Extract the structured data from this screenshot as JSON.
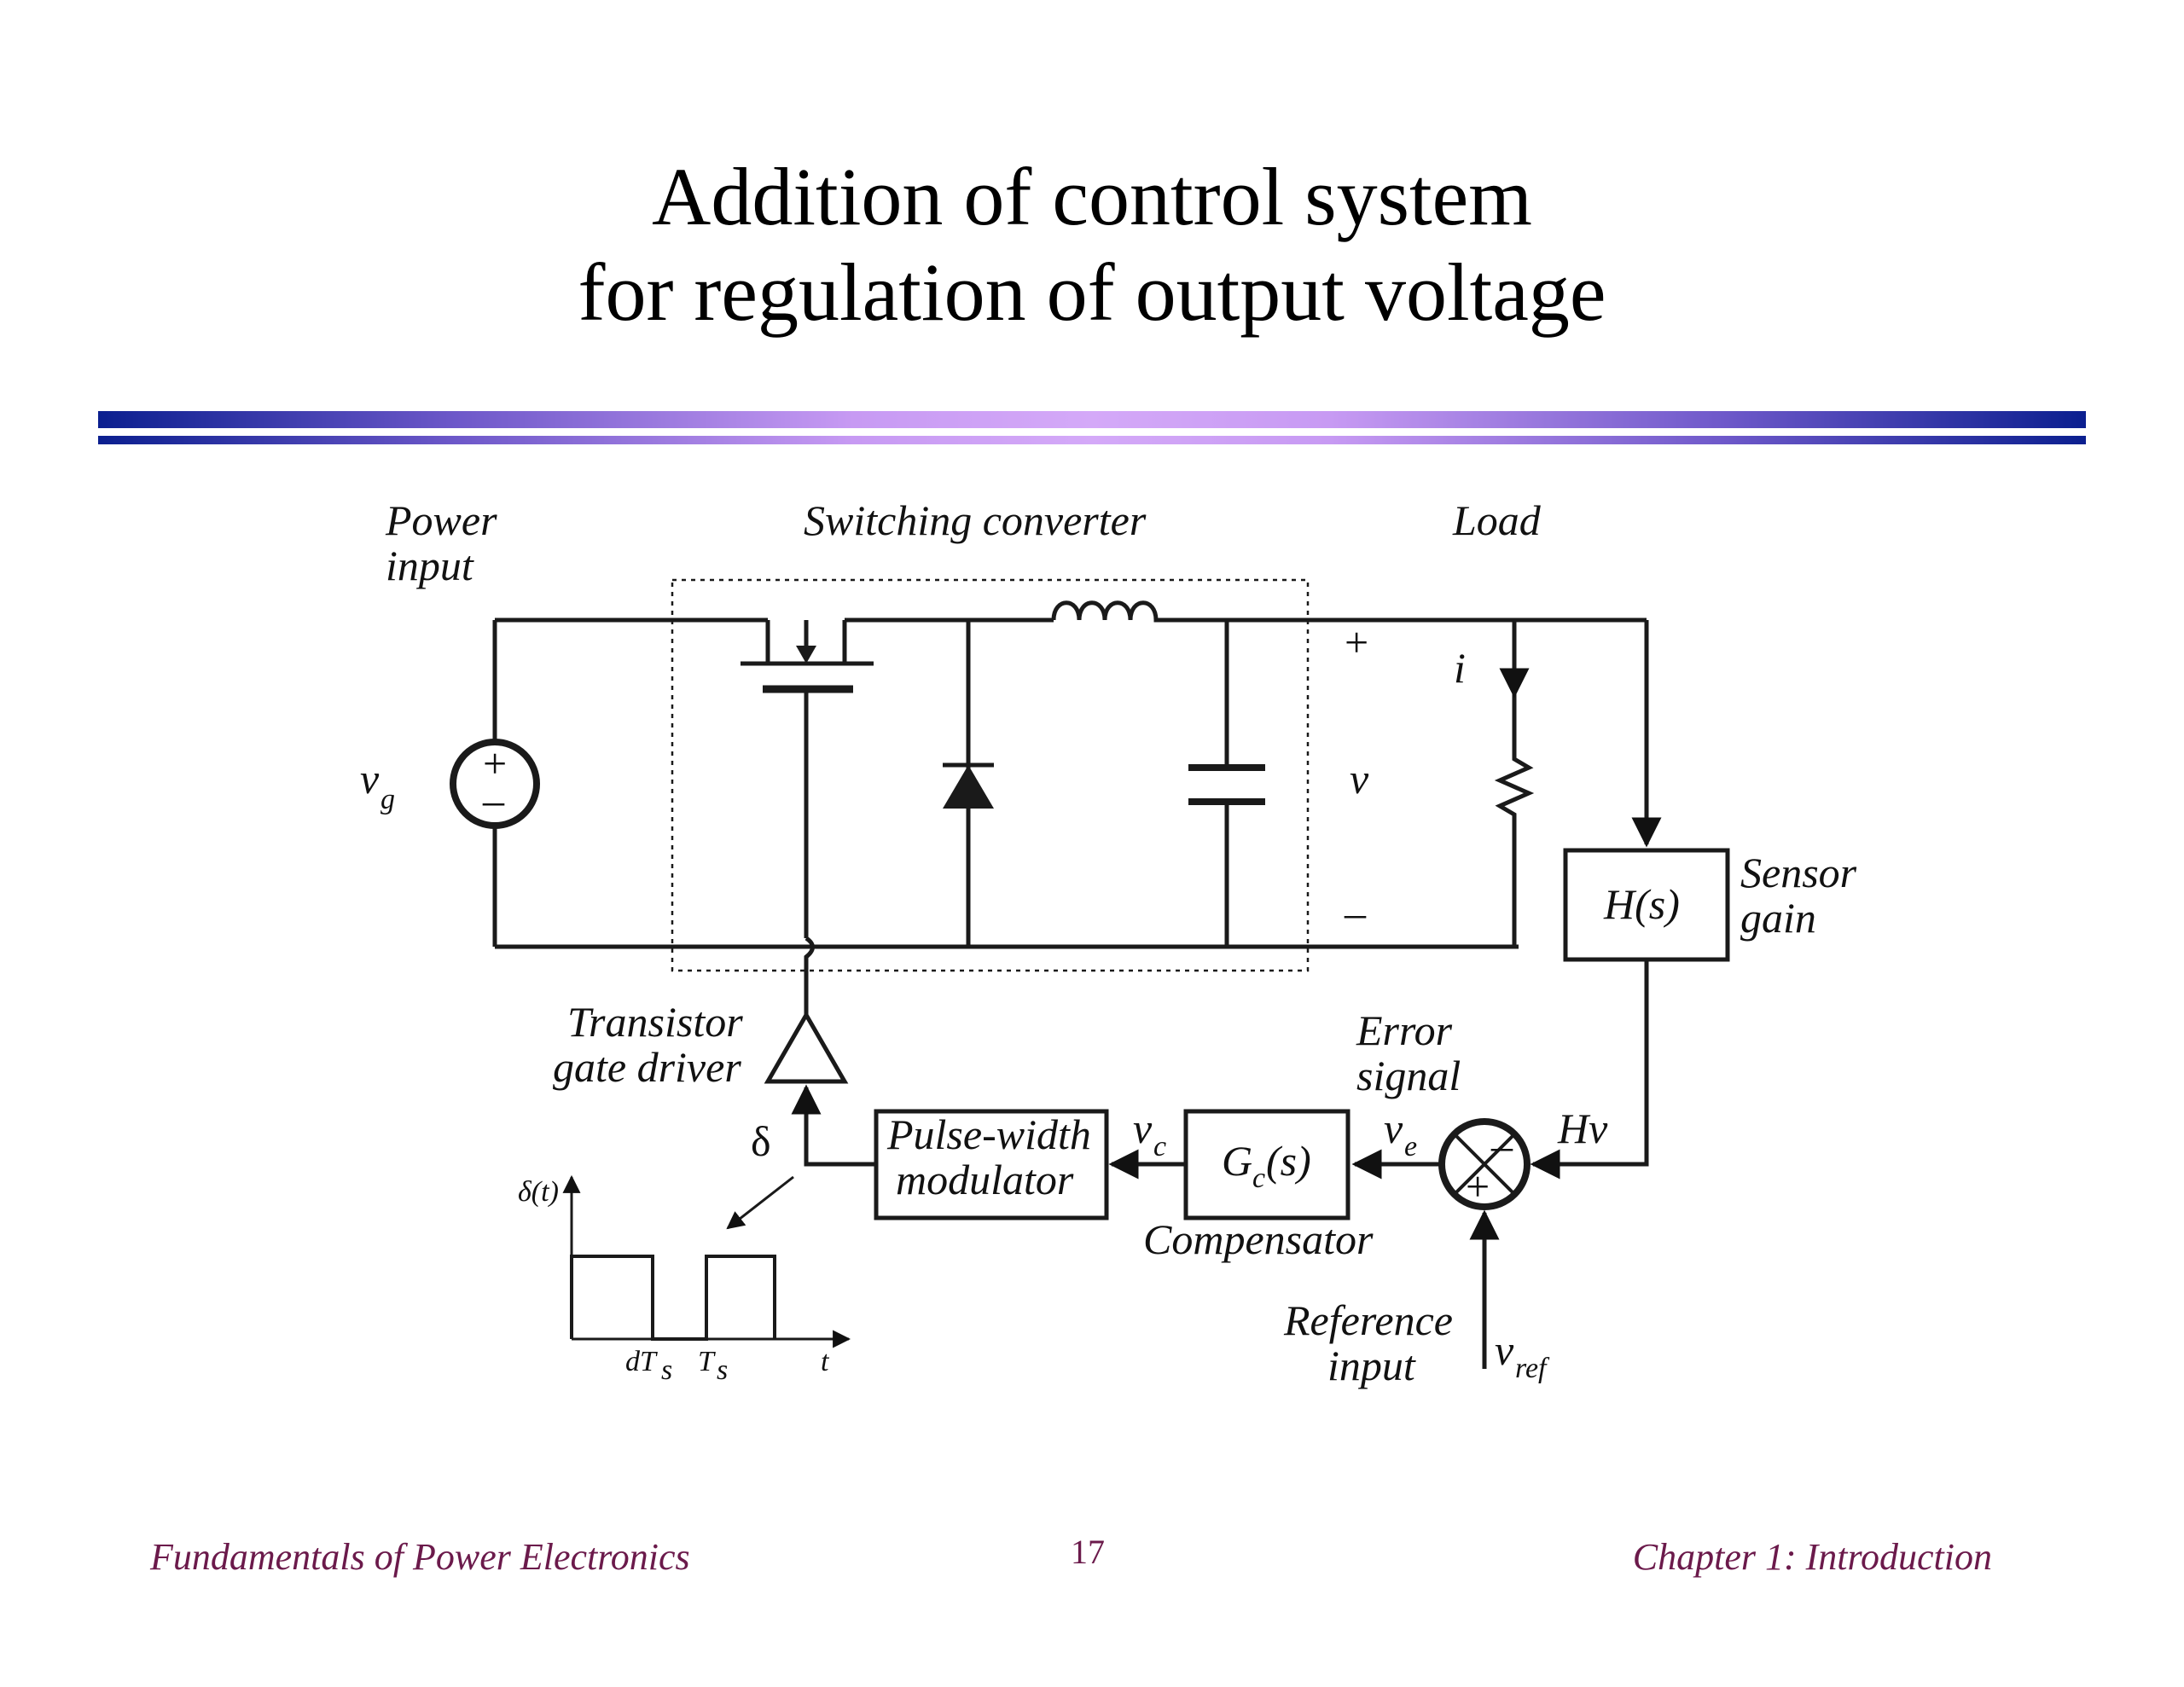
{
  "title": {
    "line1": "Addition of control system",
    "line2": "for regulation of output voltage"
  },
  "diagram": {
    "labels": {
      "power_input_1": "Power",
      "power_input_2": "input",
      "switching_converter": "Switching converter",
      "load": "Load",
      "vg": "v",
      "vg_sub": "g",
      "plus": "+",
      "minus": "–",
      "i": "i",
      "v": "v",
      "sensor_gain_1": "Sensor",
      "sensor_gain_2": "gain",
      "hs": "H(s)",
      "transistor_1": "Transistor",
      "transistor_2": "gate driver",
      "error_1": "Error",
      "error_2": "signal",
      "delta": "δ",
      "pwm_1": "Pulse-width",
      "pwm_2": "modulator",
      "vc": "v",
      "vc_sub": "c",
      "gc": "G",
      "gc_sub": "c",
      "gc_arg": "(s)",
      "ve": "v",
      "ve_sub": "e",
      "hv": "Hv",
      "compensator": "Compensator",
      "reference_1": "Reference",
      "reference_2": "input",
      "vref": "v",
      "vref_sub": "ref",
      "delta_t": "δ(t)",
      "dts": "dT",
      "dts_sub": "s",
      "ts": "T",
      "ts_sub": "s",
      "t": "t"
    }
  },
  "footer": {
    "left": "Fundamentals of Power Electronics",
    "center": "17",
    "right": "Chapter 1: Introduction"
  }
}
